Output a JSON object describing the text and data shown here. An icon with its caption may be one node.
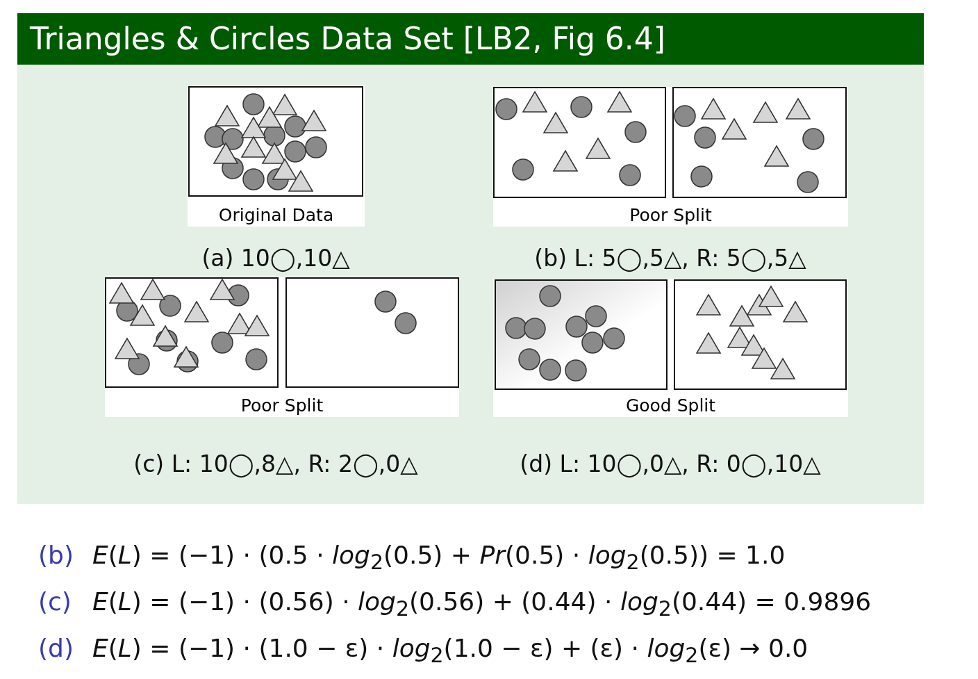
{
  "diagram": {
    "title": "Triangles & Circles Data Set [LB2, Fig 6.4]",
    "nodes": [
      {
        "text": [
          "Original Data"
        ]
      },
      {
        "text": [
          "Poor Split"
        ]
      },
      {
        "text": [
          "Poor Split"
        ]
      },
      {
        "text": [
          "Good Split"
        ]
      }
    ],
    "labels": [
      "(a) 10◯,10△",
      "(b) L: 5◯,5△, R: 5◯,5△",
      "(c) L: 10◯,8△, R: 2◯,0△",
      "(d) L: 10◯,0△, R: 0◯,10△",
      "(b)",
      "*E*(*L*) = (−1) · (0.5 · *log*$_{2}$(0.5) + *Pr*(0.5) · *log*$_{2}$(0.5)) = 1.0",
      "(c)",
      "*E*(*L*) = (−1) · (0.56) · *log*$_{2}$(0.56) + (0.44) · *log*$_{2}$(0.44) = 0.9896",
      "(d)",
      "*E*(*L*) = (−1) · (1.0 − ε) · *log*$_{2}$(1.0 − ε) + (ε) · *log*$_{2}$(ε) → 0.0"
    ]
  }
}
